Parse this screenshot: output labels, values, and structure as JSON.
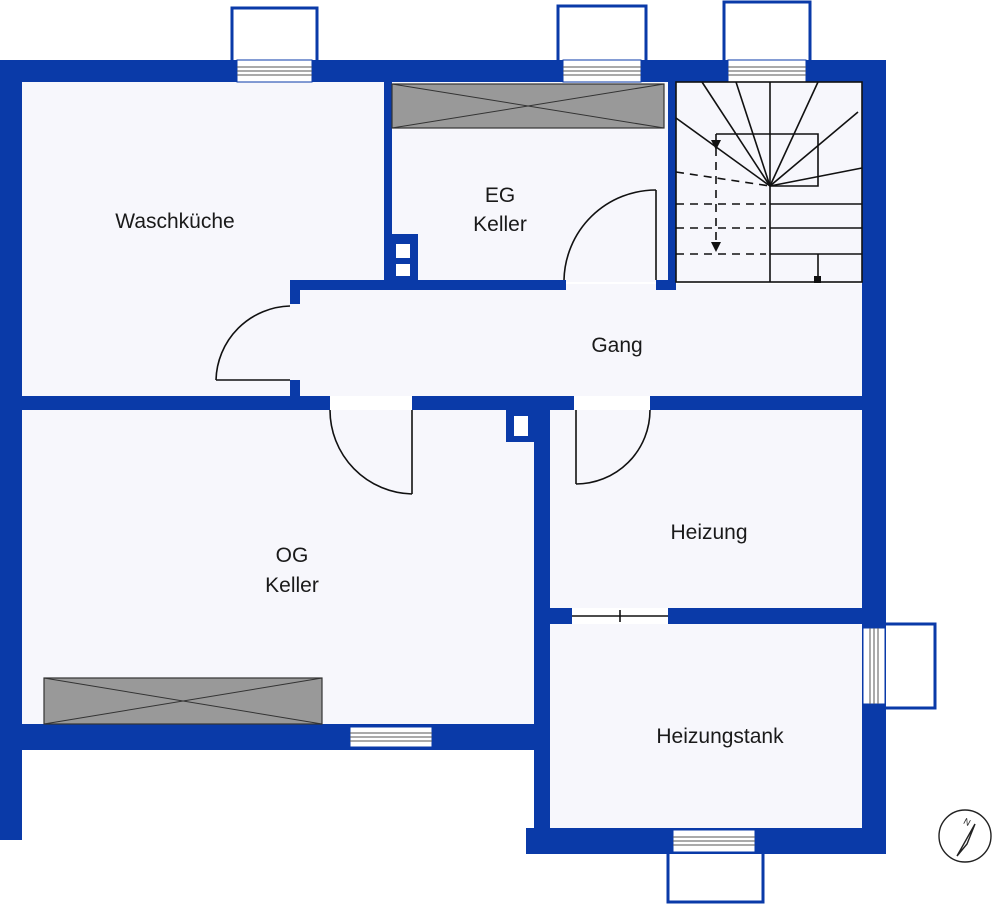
{
  "rooms": {
    "waschkueche": "Waschküche",
    "eg_keller": [
      "EG",
      "Keller"
    ],
    "gang": "Gang",
    "og_keller": [
      "OG",
      "Keller"
    ],
    "heizung": "Heizung",
    "heizungstank": "Heizungstank"
  },
  "compass": {
    "north_label": "N"
  },
  "colors": {
    "wall": "#0a3aa8",
    "floor": "#f7f7fc",
    "cabinet": "#999999"
  }
}
